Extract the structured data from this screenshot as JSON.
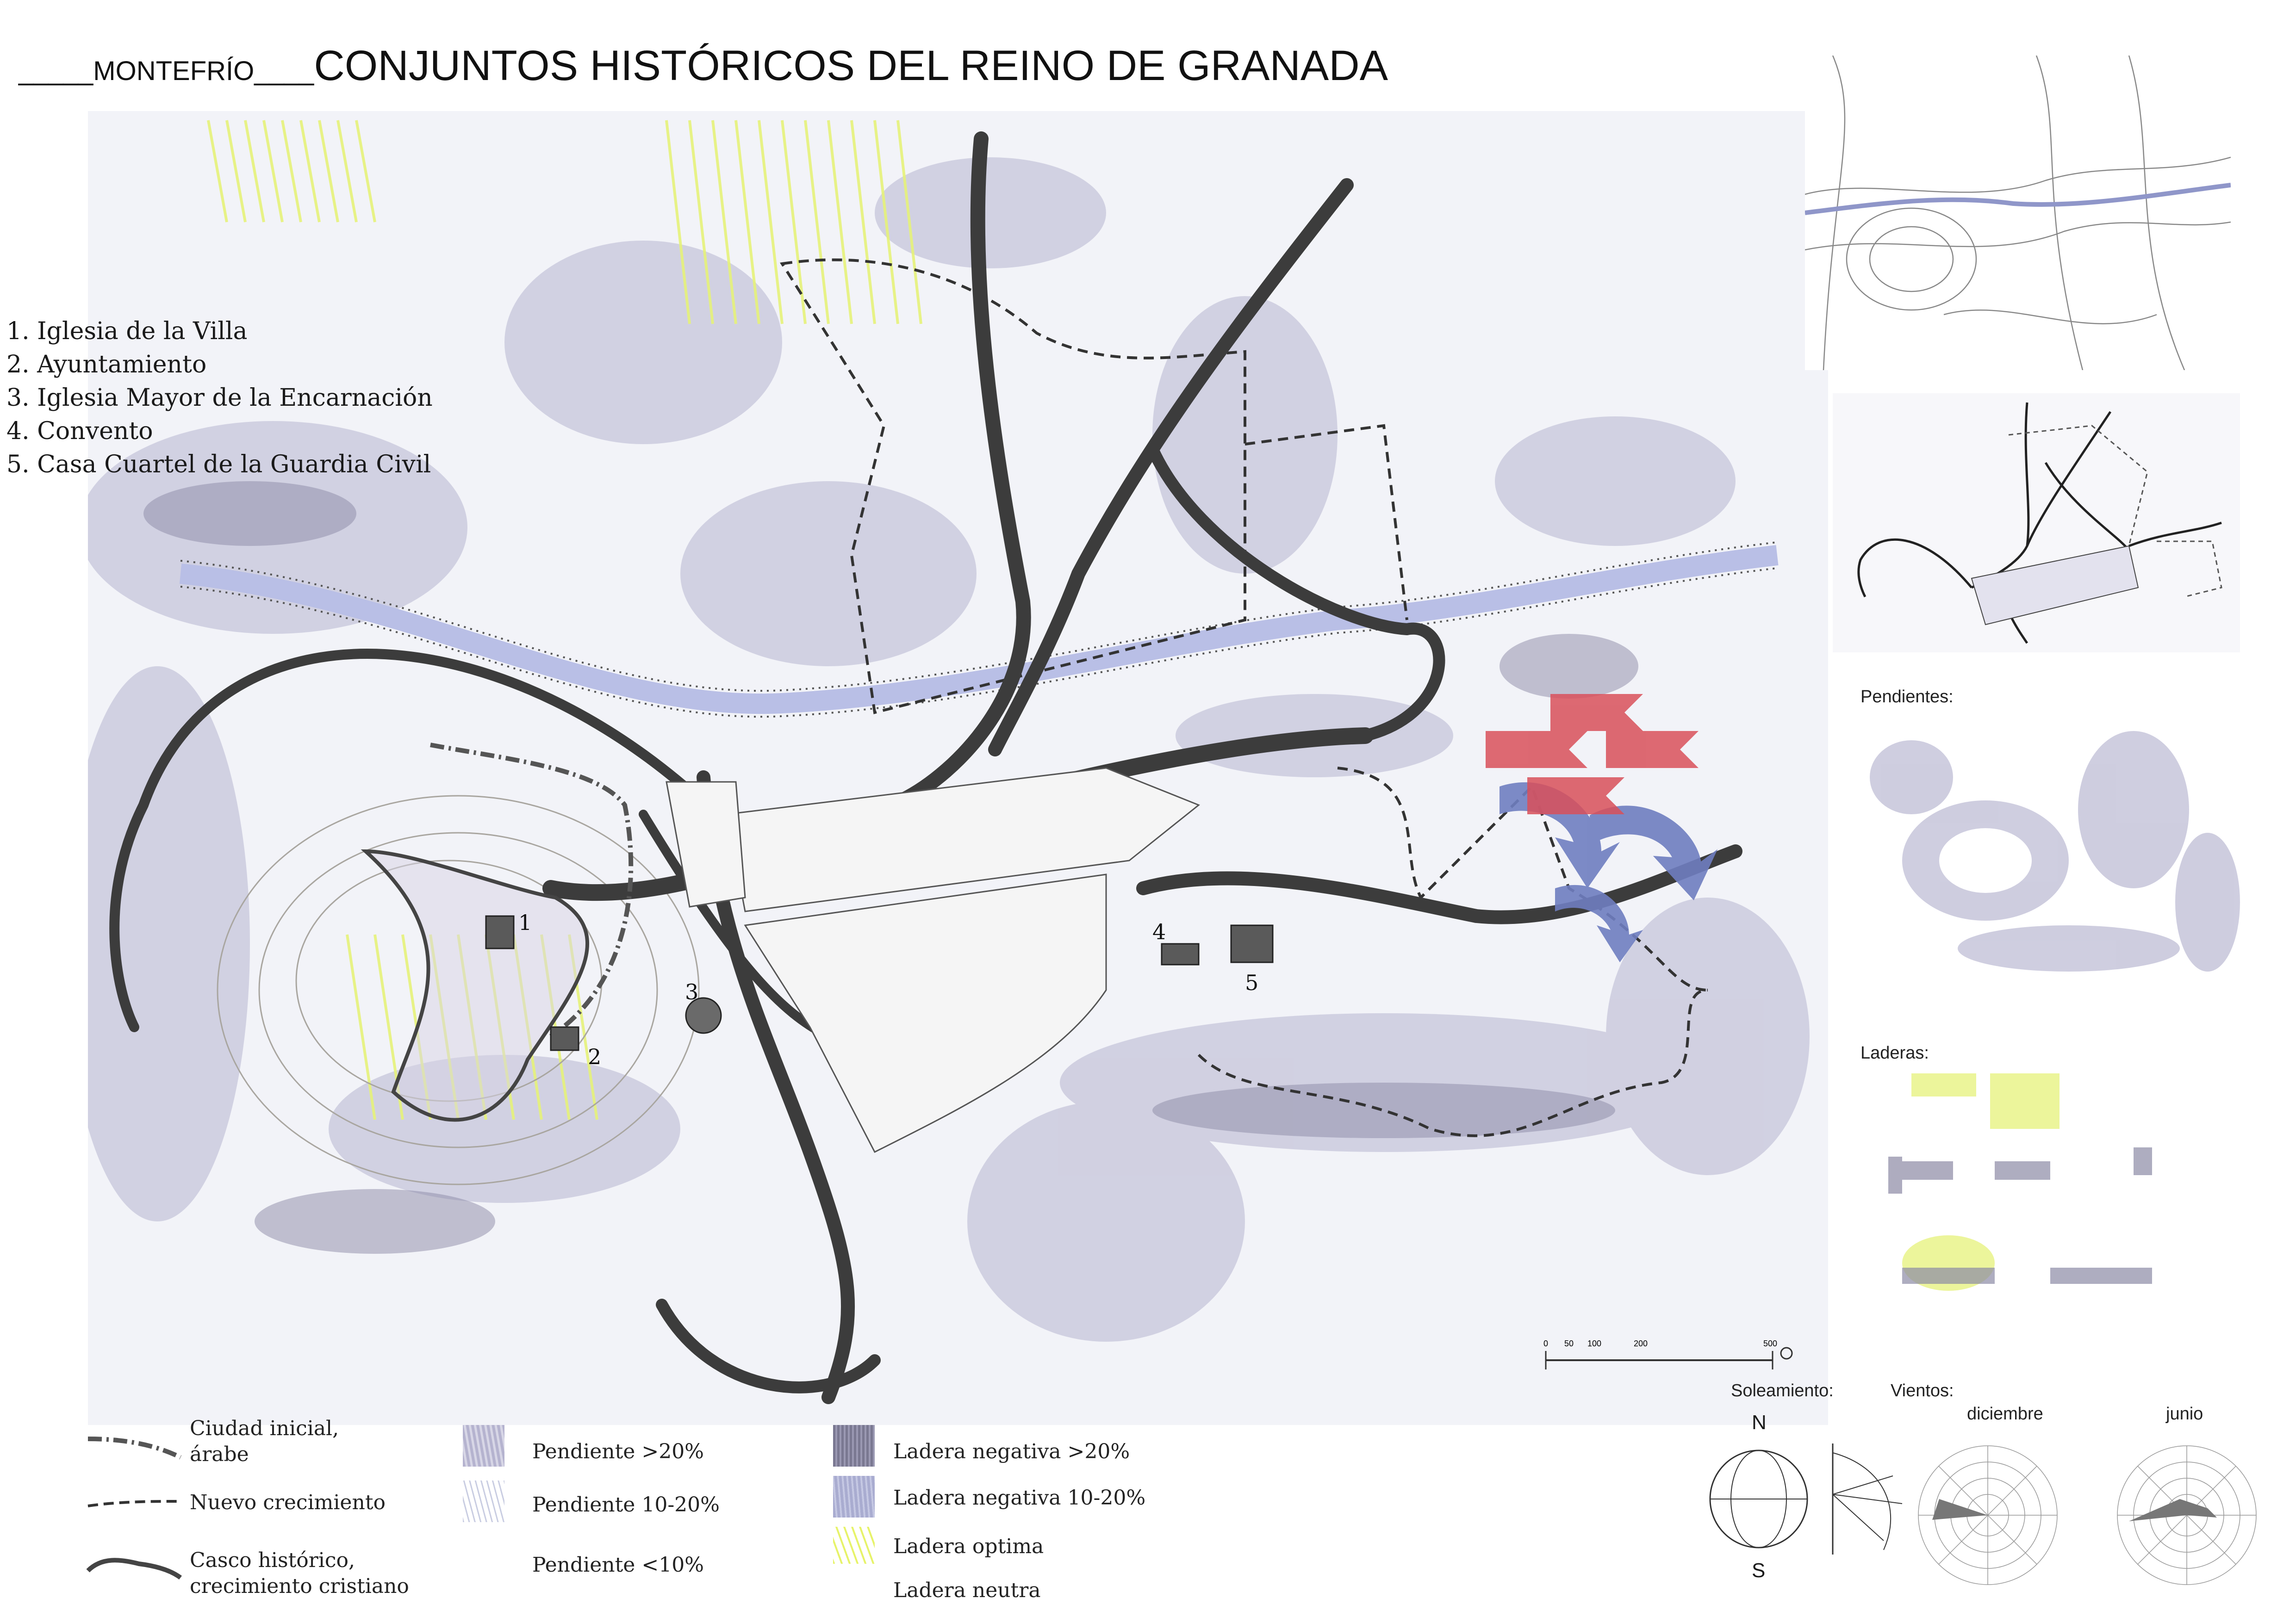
{
  "header": {
    "prefix": "_____",
    "town": "MONTEFRÍO",
    "separator": "____",
    "title": "CONJUNTOS HISTÓRICOS DEL REINO DE GRANADA"
  },
  "monuments": [
    "1. Iglesia de la Villa",
    "2. Ayuntamiento",
    "3. Iglesia Mayor de la Encarnación",
    "4. Convento",
    "5. Casa Cuartel de la Guardia Civil"
  ],
  "map_markers": [
    "1",
    "2",
    "3",
    "4",
    "5"
  ],
  "side_panels": {
    "pendientes": "Pendientes:",
    "laderas": "Laderas:",
    "soleamiento": "Soleamiento:",
    "vientos": "Vientos:",
    "diciembre": "diciembre",
    "junio": "junio",
    "north": "N",
    "south": "S"
  },
  "scale": {
    "ticks": [
      "0",
      "50",
      "100",
      "200",
      "500"
    ]
  },
  "legend": {
    "ciudad_inicial": "Ciudad inicial,\nárabe",
    "nuevo_crecimiento": "Nuevo crecimiento",
    "casco_historico": "Casco histórico,\ncrecimiento cristiano",
    "pendiente_20": "Pendiente >20%",
    "pendiente_10_20": "Pendiente 10-20%",
    "pendiente_10": "Pendiente <10%",
    "ladera_neg_20": "Ladera negativa >20%",
    "ladera_neg_10_20": "Ladera negativa 10-20%",
    "ladera_optima": "Ladera optima",
    "ladera_neutra": "Ladera neutra"
  },
  "colors": {
    "road": "#3c3c3c",
    "river": "#b9bfe6",
    "slope": "#b7b5cf",
    "optimal": "#e6f27a",
    "wind_arrow_blue": "#6f7ec0",
    "sun_arrow_red": "#d9505a"
  }
}
